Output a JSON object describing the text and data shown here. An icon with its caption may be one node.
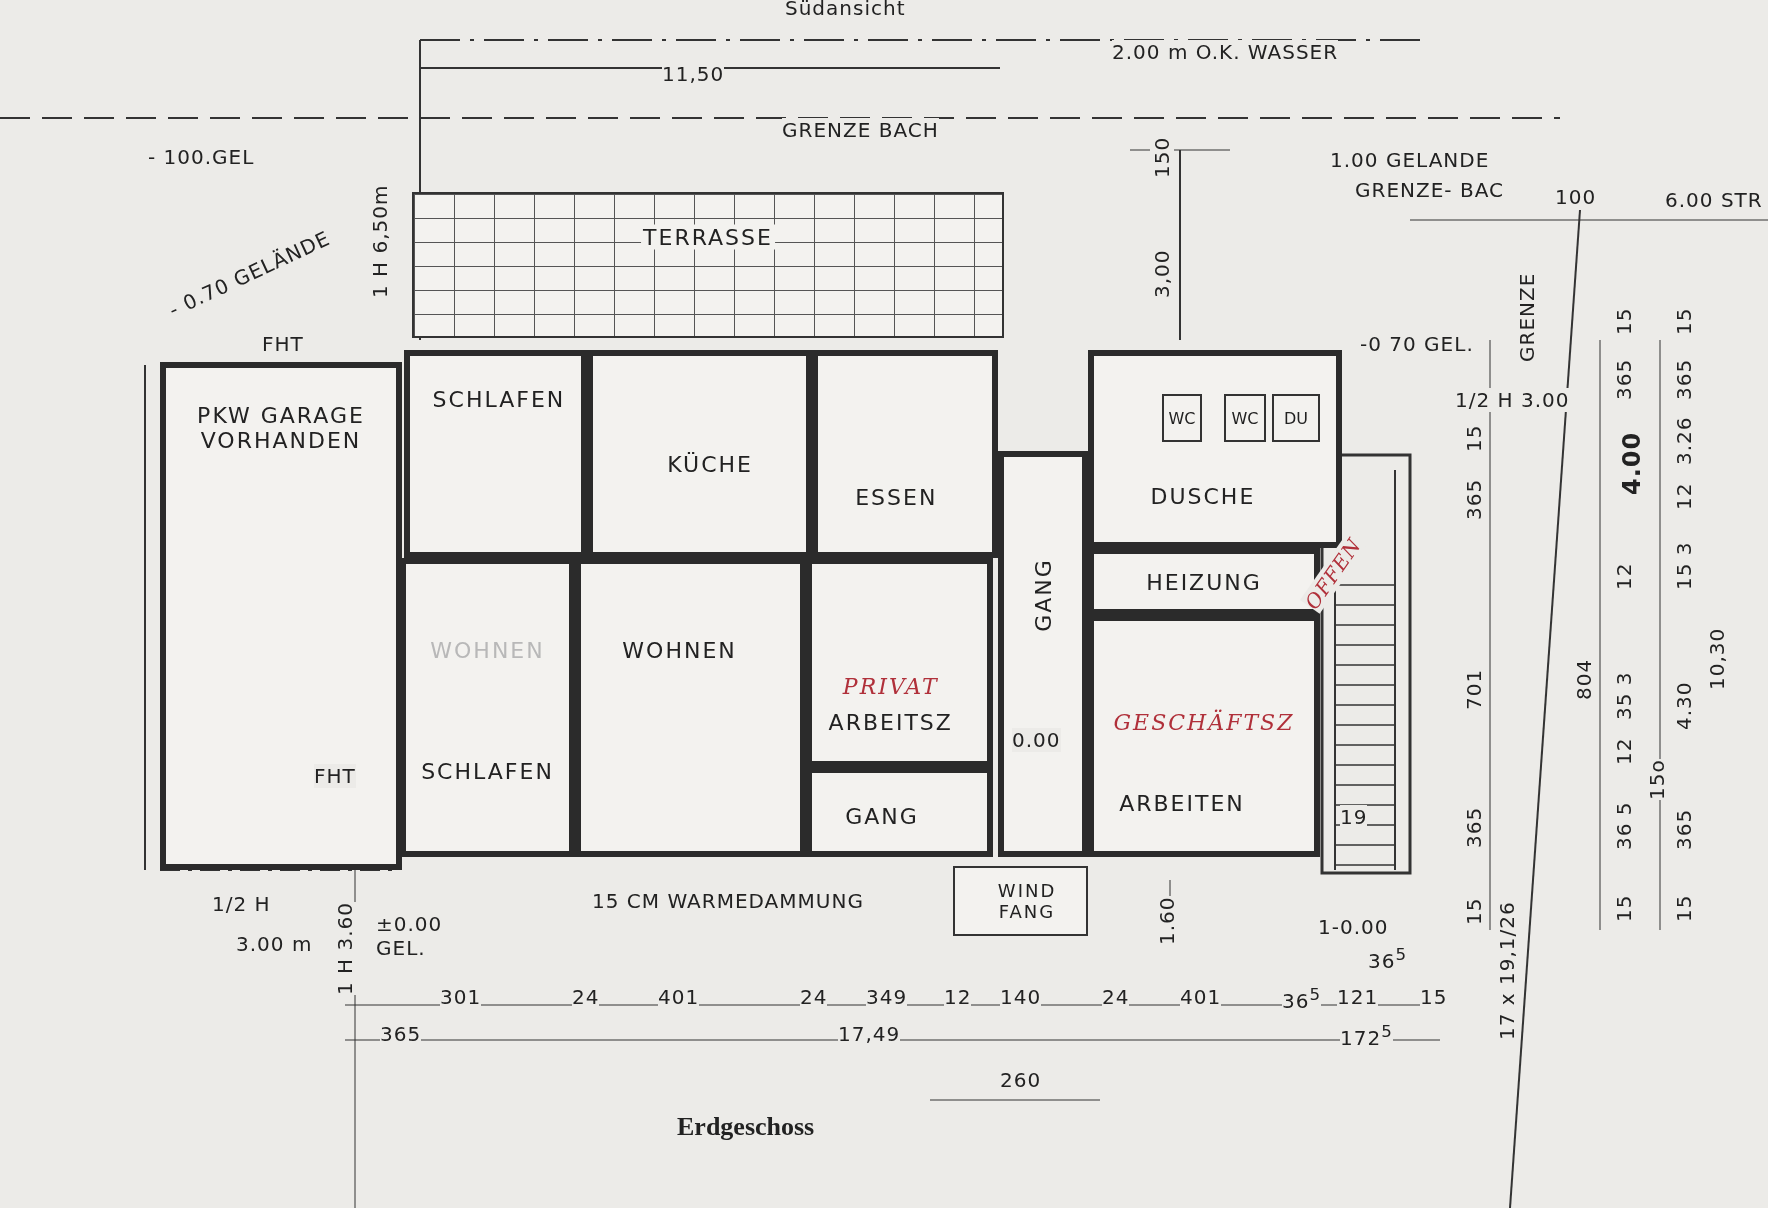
{
  "diagram": {
    "caption": "Erdgeschoss",
    "nodes": [
      {
        "text": [
          "TERRASSE"
        ]
      },
      {
        "text": [
          "PKW GARAGE VORHANDEN"
        ]
      },
      {
        "text": [
          "SCHLAFEN"
        ]
      },
      {
        "text": [
          "KÜCHE"
        ]
      },
      {
        "text": [
          "ESSEN"
        ]
      },
      {
        "text": [
          "DUSCHE"
        ]
      },
      {
        "text": [
          "WC"
        ],
        "in": 5
      },
      {
        "text": [
          "WC"
        ],
        "in": 5
      },
      {
        "text": [
          "DU"
        ],
        "in": 5
      },
      {
        "text": [
          "GANG"
        ]
      },
      {
        "text": [
          "HEIZUNG"
        ]
      },
      {
        "text": [
          "WOHNEN",
          "SCHLAFEN"
        ]
      },
      {
        "text": [
          "WOHNEN"
        ]
      },
      {
        "text": [
          "PRIVAT",
          "ARBEITSZ"
        ]
      },
      {
        "text": [
          "GANG"
        ]
      },
      {
        "text": [
          "GESCHÄFTSZ",
          "ARBEITEN"
        ]
      },
      {
        "text": [
          "WIND FANG"
        ]
      }
    ],
    "labels": [
      "Südansicht",
      "11,50",
      "2.00 m O.K. WASSER",
      "GRENZE BACH",
      "- 100.GEL",
      "- 0.70 GELÄNDE",
      "1 H 6,50m",
      "150",
      "3,00",
      "1.00 GELANDE",
      "GRENZE- BAC",
      "100",
      "6.00 STR",
      "GRENZE",
      "-0 70 GEL.",
      "1/2 H 3.00",
      "FHT",
      "FHT",
      "OFFEN",
      "0.00",
      "19",
      "1/2 H",
      "3.00 m",
      "1 H 3.60",
      "±0.00 GEL.",
      "15 CM WARMEDAMMUNG",
      "1.60",
      "1-0.00",
      "36$^{5}$",
      "301",
      "24",
      "401",
      "24",
      "349",
      "12",
      "140",
      "24",
      "401",
      "36$^{5}$",
      "121",
      "15",
      "365",
      "17,49",
      "172$^{5}$",
      "260",
      "15",
      "365",
      "701",
      "365",
      "15",
      "17 x 19,1/26",
      "804",
      "4.00",
      "15",
      "365",
      "12",
      "35 3",
      "12",
      "36 5",
      "15",
      "15",
      "365",
      "3.26",
      "12",
      "15 3",
      "4.30",
      "15o",
      "365",
      "15",
      "10,30"
    ]
  }
}
